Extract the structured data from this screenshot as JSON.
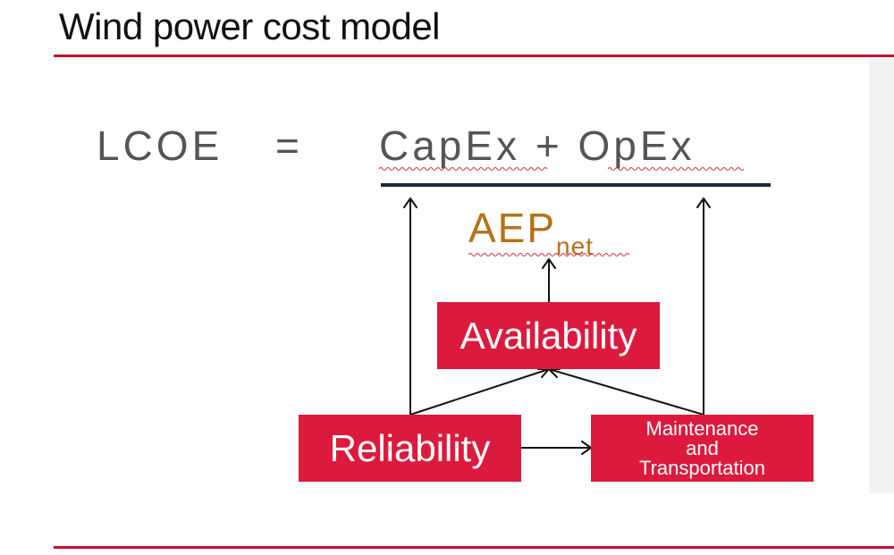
{
  "slide": {
    "title": "Wind power cost model"
  },
  "equation": {
    "lhs": "LCOE",
    "equals": "=",
    "numerator": "CapEx + OpEx",
    "denominator_main": "AEP",
    "denominator_sub": "net"
  },
  "boxes": {
    "availability": "Availability",
    "reliability": "Reliability",
    "maintenance_line1": "Maintenance",
    "maintenance_line2": "and",
    "maintenance_line3": "Transportation"
  },
  "colors": {
    "accent_red": "#dc1a3e",
    "rule_red": "#c8102e",
    "aep_orange": "#b5721a",
    "equation_gray": "#555555"
  }
}
